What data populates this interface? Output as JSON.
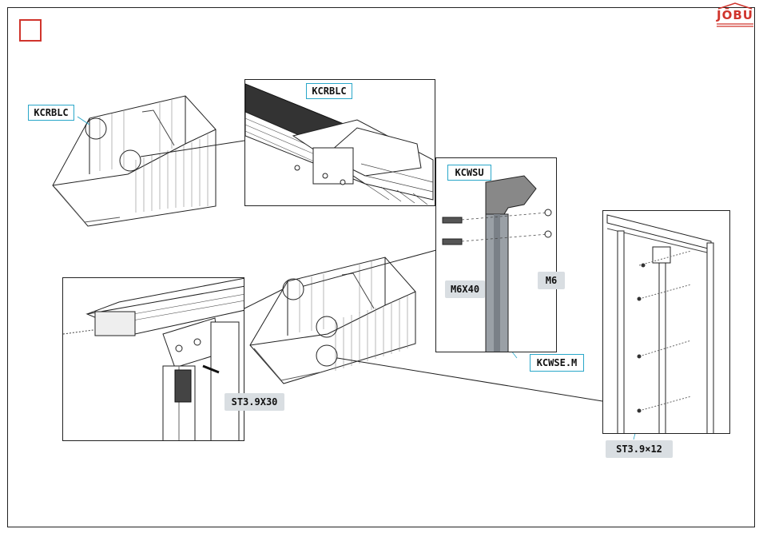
{
  "brand": {
    "logo_text": "JŌBU"
  },
  "parts": {
    "rail_top": "KCRBLC",
    "rail_zoom": "KCRBLC",
    "corner_bracket": "KCWSU",
    "corner_post": "KCWSE.M",
    "bolt": "M6X40",
    "nut": "M6",
    "screw_large": "ST3.9X30",
    "screw_small": "ST3.9×12"
  },
  "colors": {
    "accent_red": "#d0342c",
    "callout_cyan": "#2aa7c9",
    "tag_gray": "#d9dee2"
  }
}
